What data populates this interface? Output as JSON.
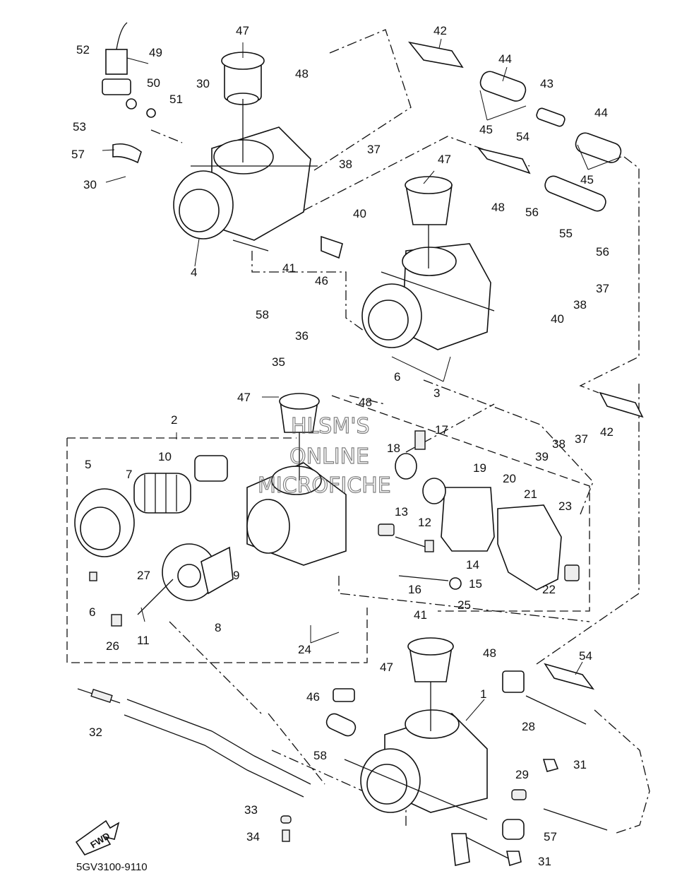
{
  "diagram_code": "5GV3100-9110",
  "fwd_label": "FWD",
  "watermark": [
    "HLSM'S",
    "ONLINE",
    "MICROFICHE"
  ],
  "callouts": {
    "c1": "1",
    "c2": "2",
    "c3": "3",
    "c4": "4",
    "c5": "5",
    "c6a": "6",
    "c6b": "6",
    "c7": "7",
    "c8": "8",
    "c9": "9",
    "c10": "10",
    "c11": "11",
    "c12": "12",
    "c13": "13",
    "c14": "14",
    "c15": "15",
    "c16": "16",
    "c17": "17",
    "c18": "18",
    "c19": "19",
    "c20": "20",
    "c21": "21",
    "c22": "22",
    "c23": "23",
    "c24": "24",
    "c25": "25",
    "c26": "26",
    "c27": "27",
    "c28": "28",
    "c29": "29",
    "c30a": "30",
    "c30b": "30",
    "c31a": "31",
    "c31b": "31",
    "c32": "32",
    "c33": "33",
    "c34": "34",
    "c35": "35",
    "c36": "36",
    "c37a": "37",
    "c37b": "37",
    "c37c": "37",
    "c38a": "38",
    "c38b": "38",
    "c38c": "38",
    "c39": "39",
    "c40a": "40",
    "c40b": "40",
    "c41a": "41",
    "c41b": "41",
    "c42a": "42",
    "c42b": "42",
    "c43": "43",
    "c44a": "44",
    "c44b": "44",
    "c45a": "45",
    "c45b": "45",
    "c46a": "46",
    "c46b": "46",
    "c47a": "47",
    "c47b": "47",
    "c47c": "47",
    "c47d": "47",
    "c48a": "48",
    "c48b": "48",
    "c48c": "48",
    "c48d": "48",
    "c49": "49",
    "c50": "50",
    "c51": "51",
    "c52": "52",
    "c53": "53",
    "c54a": "54",
    "c54b": "54",
    "c55": "55",
    "c56a": "56",
    "c56b": "56",
    "c57a": "57",
    "c57b": "57",
    "c58a": "58",
    "c58b": "58"
  }
}
